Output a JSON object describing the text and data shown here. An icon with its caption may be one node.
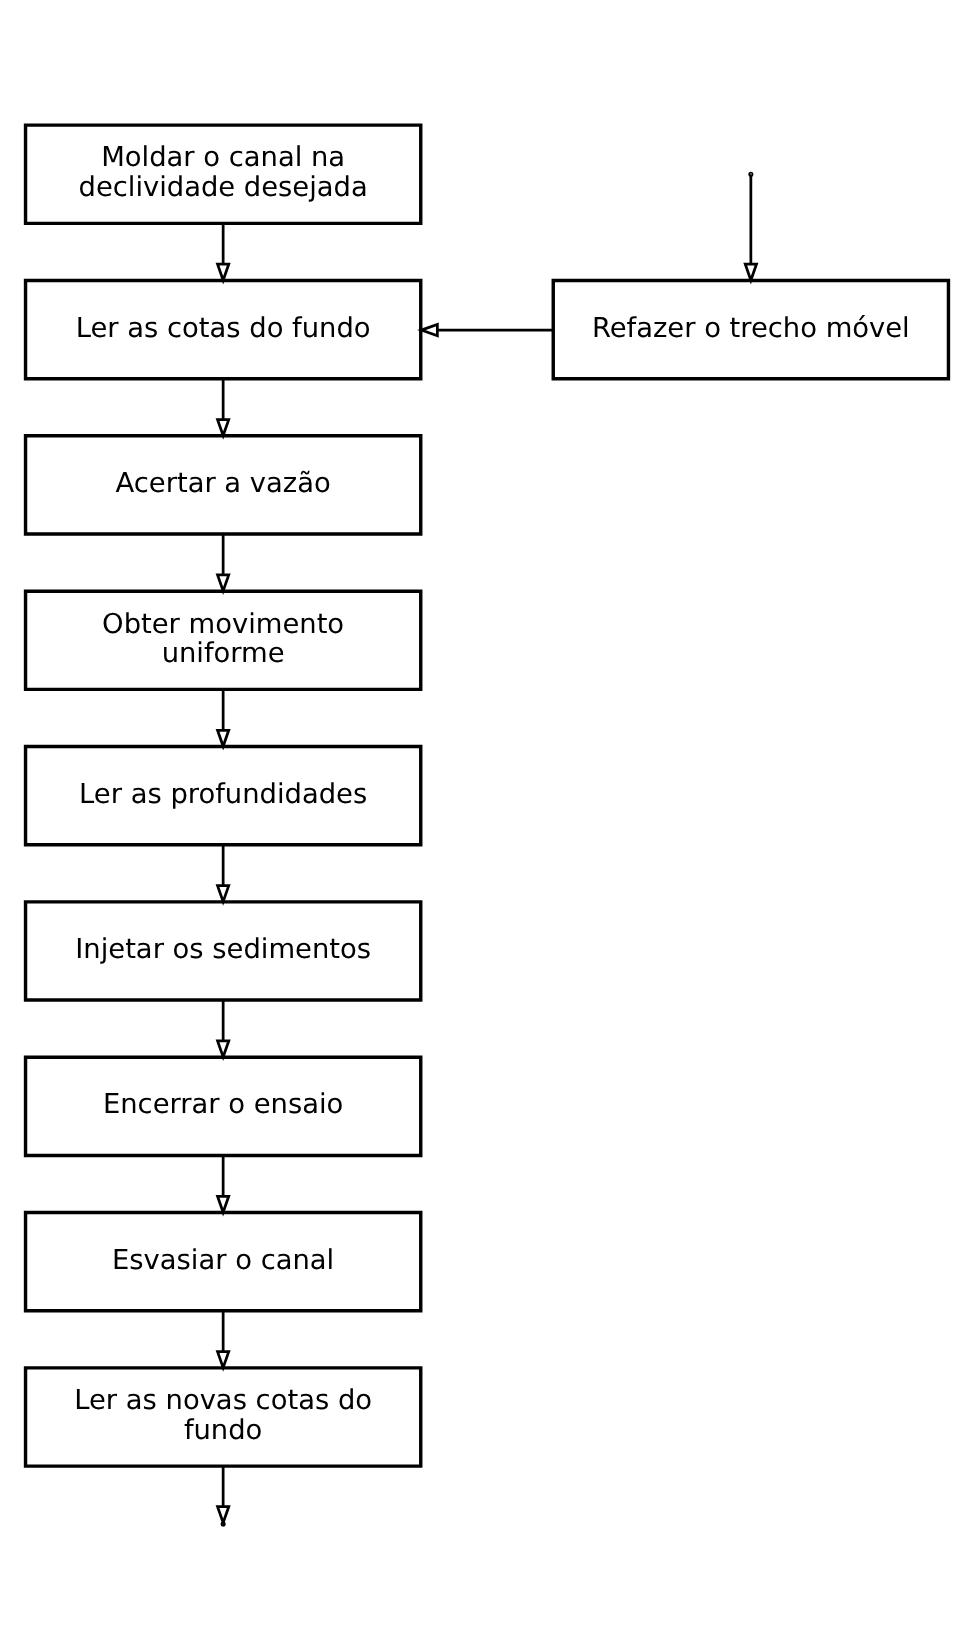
{
  "diagram": {
    "nodes": [
      {
        "text": [
          "Moldar o canal na declividade desejada"
        ]
      },
      {
        "text": [
          "Ler as cotas do fundo"
        ]
      },
      {
        "text": [
          "Acertar a vazão"
        ]
      },
      {
        "text": [
          "Obter movimento uniforme"
        ]
      },
      {
        "text": [
          "Ler as profundidades"
        ]
      },
      {
        "text": [
          "Injetar os sedimentos"
        ]
      },
      {
        "text": [
          "Encerrar o ensaio"
        ]
      },
      {
        "text": [
          "Esvasiar o canal"
        ]
      },
      {
        "text": [
          "Ler as novas cotas do fundo"
        ]
      },
      {
        "text": [
          "Refazer o trecho móvel"
        ]
      }
    ],
    "edges": [
      {
        "from": 0,
        "to": 1,
        "arrow": "to"
      },
      {
        "from": 1,
        "to": 2,
        "arrow": "to"
      },
      {
        "from": 2,
        "to": 3,
        "arrow": "to"
      },
      {
        "from": 3,
        "to": 4,
        "arrow": "to"
      },
      {
        "from": 4,
        "to": 5,
        "arrow": "to"
      },
      {
        "from": 5,
        "to": 6,
        "arrow": "to"
      },
      {
        "from": 6,
        "to": 7,
        "arrow": "to"
      },
      {
        "from": 7,
        "to": 8,
        "arrow": "to"
      },
      {
        "from": 8,
        "to": null,
        "arrow": "to"
      },
      {
        "from": null,
        "to": 9,
        "arrow": "to"
      },
      {
        "from": 9,
        "to": 1,
        "arrow": "to"
      }
    ]
  }
}
